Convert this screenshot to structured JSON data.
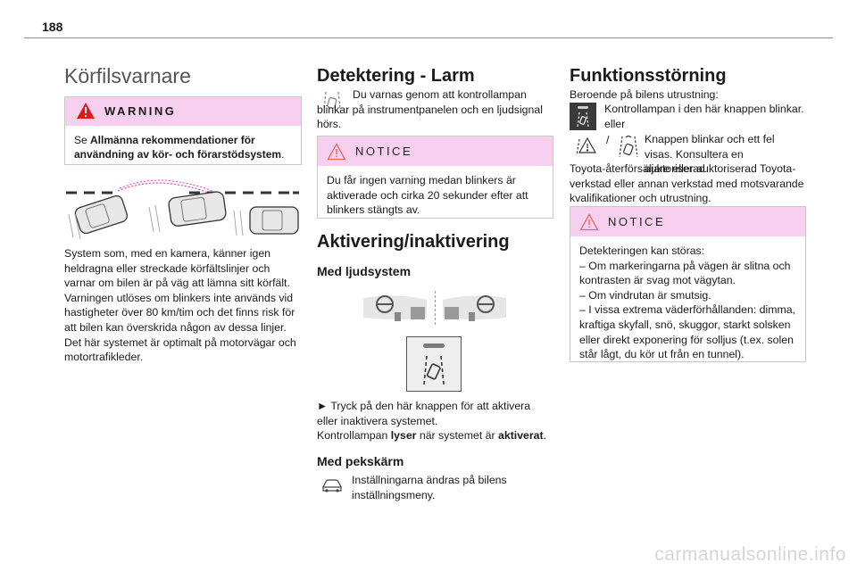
{
  "page": {
    "number": "188"
  },
  "left": {
    "title": "Körfilsvarnare",
    "warning": {
      "title": "WARNING",
      "pre": "Se ",
      "bold": "Allmänna rekommendationer för användning av kör- och förarstödsystem",
      "post": "."
    },
    "description": "System som, med en kamera, känner igen heldragna eller streckade körfältslinjer och varnar om bilen är på väg att lämna sitt körfält. Varningen utlöses om blinkers inte används vid hastigheter över 80 km/tim och det finns risk för att bilen kan överskrida någon av dessa linjer. Det här systemet är optimalt på motorvägar och motortrafikleder."
  },
  "middle": {
    "detection_title": "Detektering - Larm",
    "detection_text": "Du varnas genom att kontrollampan blinkar på instrumentpanelen och en ljudsignal hörs.",
    "notice1": {
      "title": "NOTICE",
      "text": "Du får ingen varning medan blinkers är aktiverade och cirka 20 sekunder efter att blinkers stängts av."
    },
    "activation_title": "Aktivering/inaktivering",
    "audio_title": "Med ljudsystem",
    "press_text": "► Tryck på den här knappen för att aktivera eller inaktivera systemet.",
    "lamp_pre": "Kontrollampan ",
    "lamp_bold1": "lyser",
    "lamp_mid": " när systemet är ",
    "lamp_bold2": "aktiverat",
    "lamp_post": ".",
    "touch_title": "Med pekskärm",
    "touch_text": "Inställningarna ändras på bilens inställningsmeny."
  },
  "right": {
    "title": "Funktionsstörning",
    "intro": "Beroende på bilens utrustning:",
    "item1_text": "Kontrollampan i den här knappen blinkar.",
    "or": "eller",
    "slash": "/",
    "item2_text": "Knappen blinkar och ett fel visas. Konsultera en auktoriserad",
    "item2_cont": "Toyota-återförsäljare eller auktoriserad Toyota-verkstad eller annan verkstad med motsvarande kvalifikationer och utrustning.",
    "notice2": {
      "title": "NOTICE",
      "lines": [
        "Detekteringen kan störas:",
        "– Om markeringarna på vägen är slitna och kontrasten är svag mot vägytan.",
        "– Om vindrutan är smutsig.",
        "– I vissa extrema väderförhållanden: dimma, kraftiga skyfall, snö, skuggor, starkt solsken eller direkt exponering för solljus (t.ex. solen står lågt, du kör ut från en tunnel)."
      ]
    }
  },
  "footer": {
    "watermark": "carmanualsonline.info"
  },
  "colors": {
    "notice_header": "#f7d0f0",
    "warning_icon": "#d81e1e",
    "notice_icon": "#e26a5a"
  }
}
